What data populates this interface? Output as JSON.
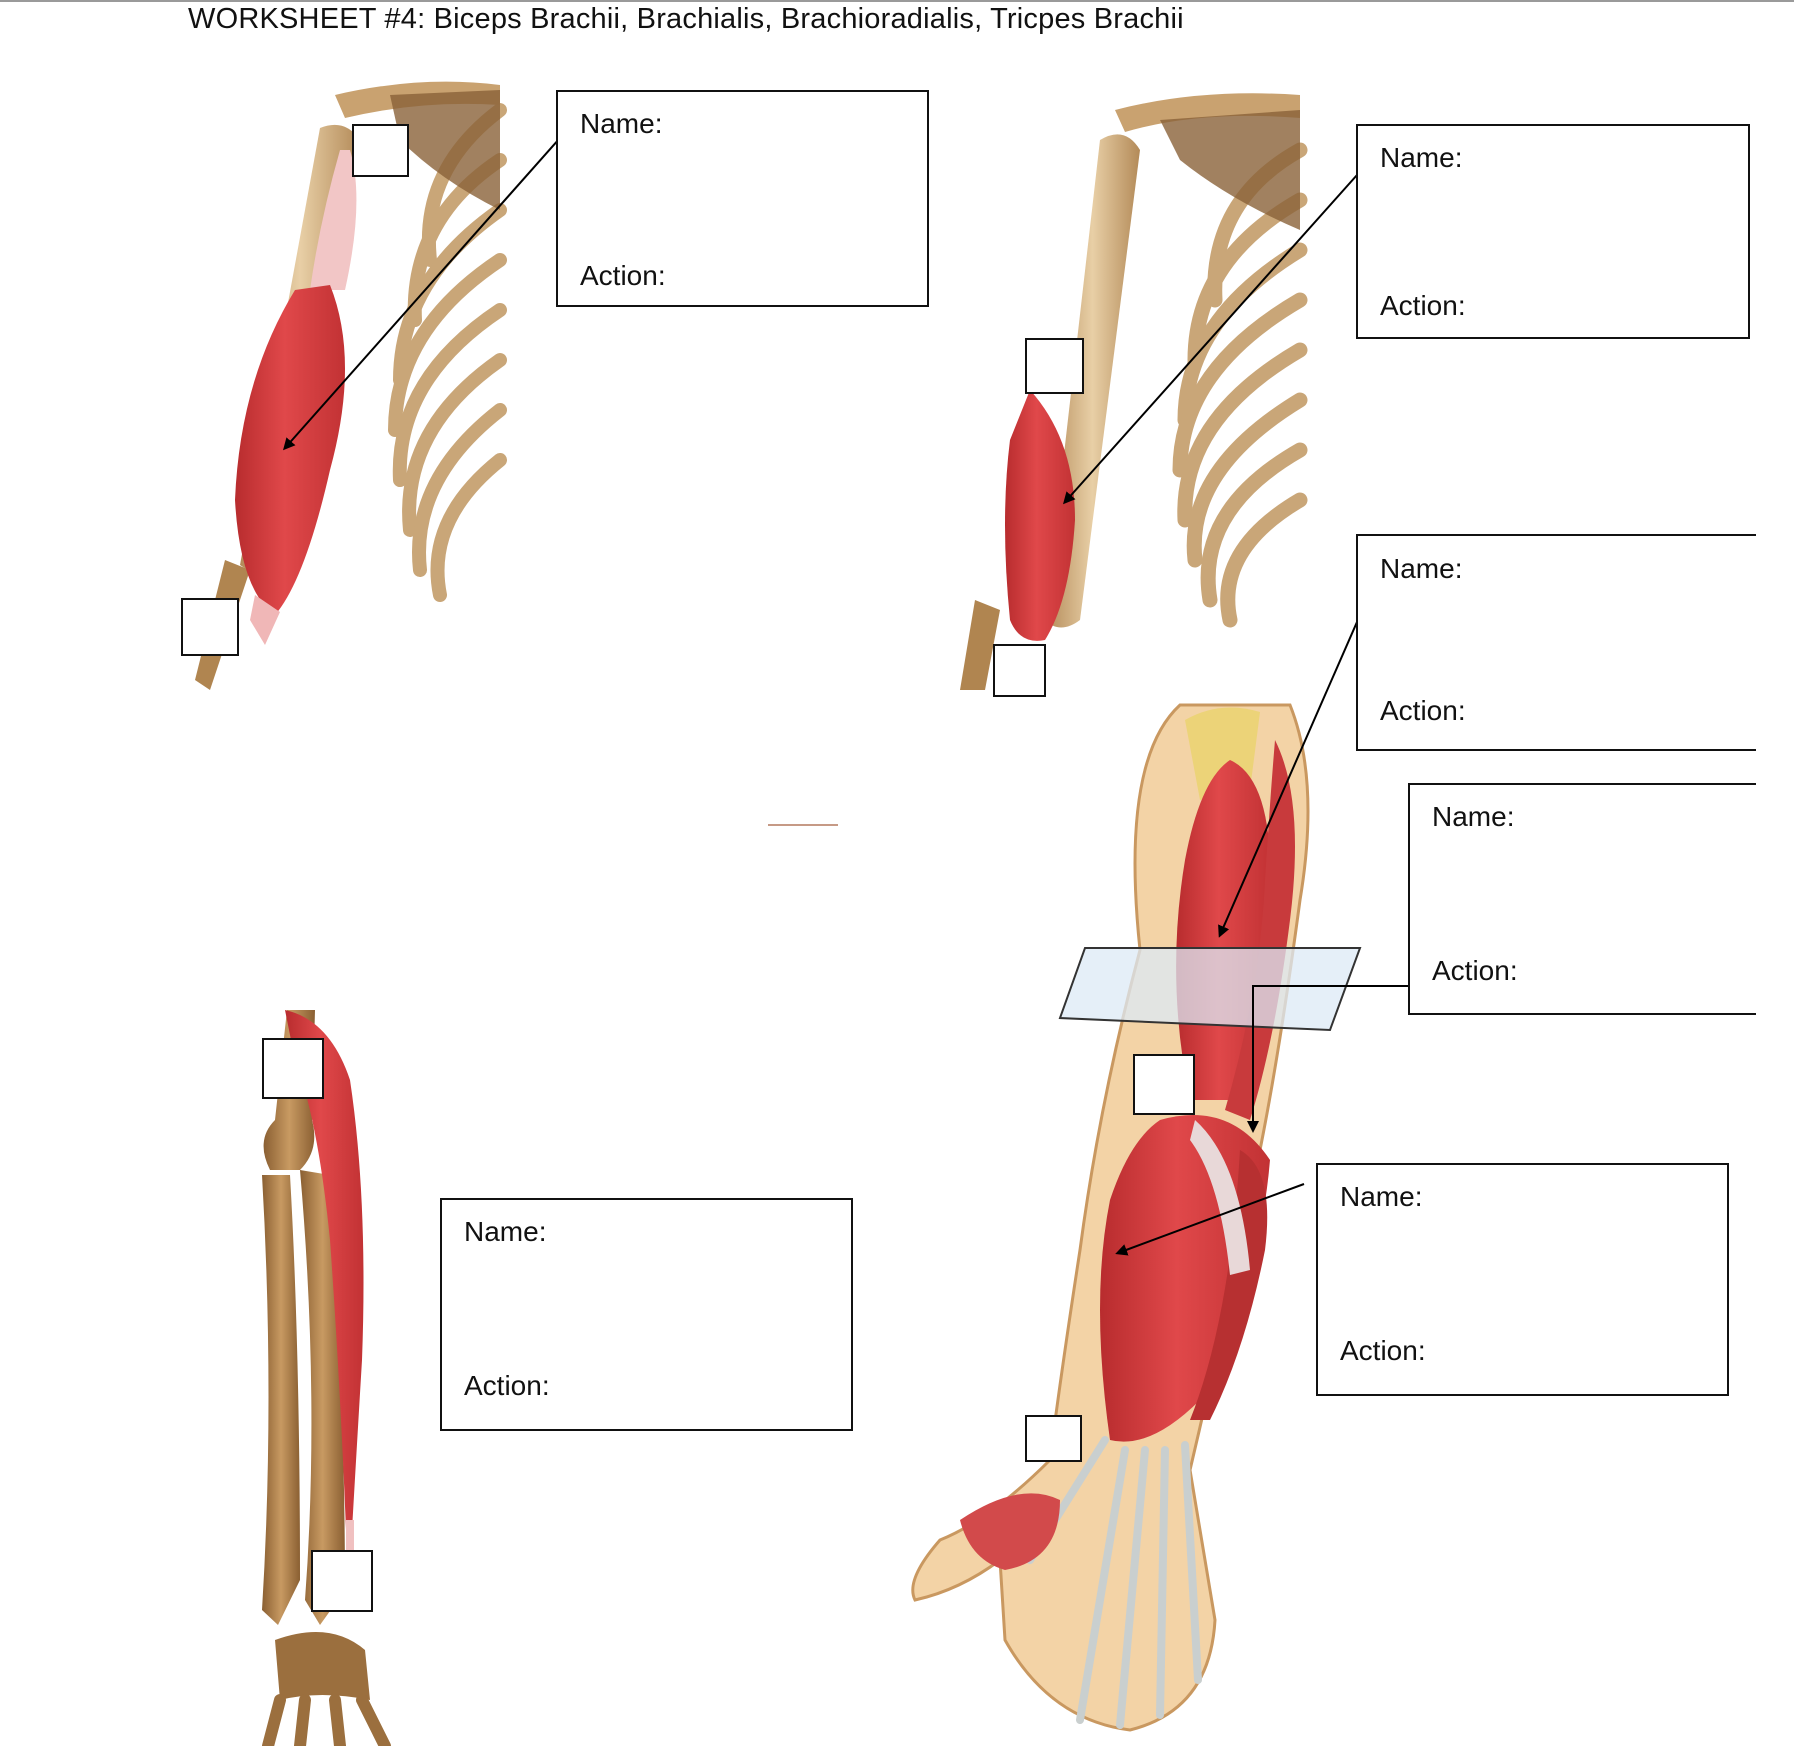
{
  "worksheet": {
    "title": "WORKSHEET #4: Biceps Brachii, Brachialis, Brachioradialis, Tricpes Brachii"
  },
  "label_boxes": [
    {
      "name_label": "Name:",
      "action_label": "Action:"
    },
    {
      "name_label": "Name:",
      "action_label": "Action:"
    },
    {
      "name_label": "Name:",
      "action_label": "Action:"
    },
    {
      "name_label": "Name:",
      "action_label": "Action:"
    },
    {
      "name_label": "Name:",
      "action_label": "Action:"
    },
    {
      "name_label": "Name:",
      "action_label": "Action:"
    }
  ],
  "colors": {
    "muscle": "#d9403f",
    "muscle_dark": "#b42a2c",
    "bone": "#d9b88c",
    "bone_dark": "#a47b4b",
    "tendon": "#f1d0cf",
    "border": "#111111"
  }
}
